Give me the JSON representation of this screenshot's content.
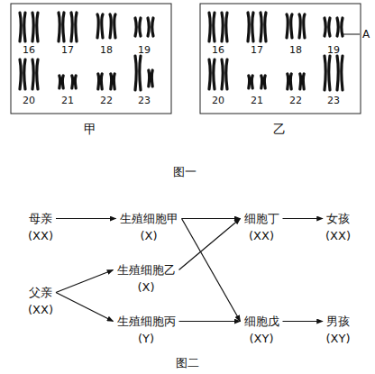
{
  "diagram": {
    "nodes": [
      {
        "text": [
          "母亲",
          "(XX)"
        ]
      },
      {
        "text": [
          "生殖细胞甲",
          "(X)"
        ]
      },
      {
        "text": [
          "细胞丁",
          "(XX)"
        ]
      },
      {
        "text": [
          "女孩",
          "(XX)"
        ]
      },
      {
        "text": [
          "生殖细胞乙",
          "(X)"
        ]
      },
      {
        "text": [
          "父亲",
          "(XX)"
        ]
      },
      {
        "text": [
          "细胞戊",
          "(XY)"
        ]
      },
      {
        "text": [
          "男孩",
          "(XY)"
        ]
      },
      {
        "text": [
          "生殖细胞丙",
          "(Y)"
        ]
      }
    ],
    "edges": [
      {
        "from": 0,
        "to": 1,
        "arrow": "to"
      },
      {
        "from": 1,
        "to": 2,
        "arrow": "to"
      },
      {
        "from": 1,
        "to": 6,
        "arrow": "to"
      },
      {
        "from": 2,
        "to": 3,
        "arrow": "to"
      },
      {
        "from": 5,
        "to": 4,
        "arrow": "to"
      },
      {
        "from": 5,
        "to": 8,
        "arrow": "to"
      },
      {
        "from": 4,
        "to": 2,
        "arrow": "to"
      },
      {
        "from": 8,
        "to": 6,
        "arrow": "to"
      },
      {
        "from": 6,
        "to": 7,
        "arrow": "to"
      }
    ],
    "labels": [
      "16",
      "17",
      "18",
      "19",
      "20",
      "21",
      "22",
      "23",
      "16",
      "17",
      "18",
      "19",
      "20",
      "21",
      "22",
      "23",
      "甲",
      "乙",
      "A",
      "图一",
      "图二"
    ]
  }
}
